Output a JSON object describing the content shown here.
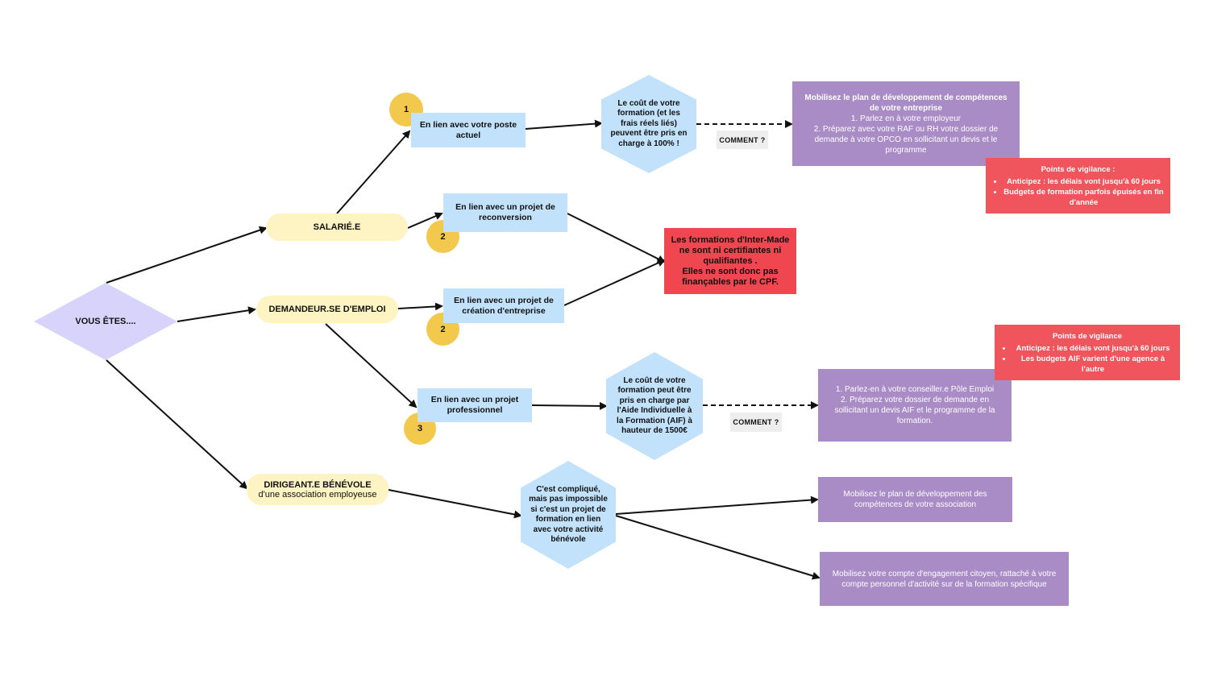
{
  "start": {
    "label": "VOUS ÊTES...."
  },
  "profiles": {
    "salarie": "SALARIÉ.E",
    "demandeur": "DEMANDEUR.SE D'EMPLOI",
    "dirigeant_title": "DIRIGEANT.E BÉNÉVOLE",
    "dirigeant_sub": "d'une association employeuse"
  },
  "badges": {
    "b1": "1",
    "b2a": "2",
    "b2b": "2",
    "b3": "3"
  },
  "options": {
    "poste_actuel": "En lien avec votre poste actuel",
    "reconversion": "En lien avec un projet de reconversion",
    "creation": "En lien avec un projet de création d'entreprise",
    "professionnel": "En lien avec un projet professionnel"
  },
  "hexagons": {
    "plan_entreprise": "Le coût de votre formation (et les frais réels liés) peuvent être pris en charge à 100% !",
    "aif": "Le coût de votre formation peut être pris en charge par l'Aide Individuelle à la Formation (AIF) à hauteur de 1500€",
    "benevole": "C'est compliqué, mais pas impossible si c'est un projet de formation en lien avec votre activité bénévole"
  },
  "comment_label_1": "COMMENT ?",
  "comment_label_2": "COMMENT ?",
  "warning": {
    "line1": "Les formations d'Inter-Made ne sont ni certifiantes ni qualifiantes .",
    "line2": "Elles ne sont donc pas finançables par le CPF."
  },
  "purple": {
    "entreprise_title": "Mobilisez le plan de développement  de compétences de votre entreprise",
    "entreprise_step1": "1. Parlez en à votre employeur",
    "entreprise_step2": "2. Préparez avec votre RAF ou RH  votre dossier de demande à votre OPCO en sollicitant un devis et le programme",
    "pole_step1": "1. Parlez-en à votre conseiller.e Pôle Emploi",
    "pole_step2": "2. Préparez votre dossier de demande en sollicitant un devis AIF et le programme de la formation.",
    "association": "Mobilisez le plan de développement des compétences de votre association",
    "cec": "Mobilisez votre compte d'engagement citoyen, rattaché à votre compte personnel d'activité sur de la formation spécifique"
  },
  "vigilance_1": {
    "title": "Points de vigilance :",
    "items": [
      "Anticipez : les délais vont jusqu'à 60 jours",
      "Budgets de formation parfois épuisés en fin d'année"
    ]
  },
  "vigilance_2": {
    "title": "Points de vigilance",
    "items": [
      "Anticipez : les délais vont jusqu'à 60 jours",
      "Les budgets AIF varient d'une agence à l'autre"
    ]
  },
  "colors": {
    "pill": "#fef3c2",
    "blue": "#c2e2fb",
    "purple": "#a98cc6",
    "red": "#f0545c",
    "badge": "#f2c94c",
    "diamond": "#d8d3fb"
  }
}
